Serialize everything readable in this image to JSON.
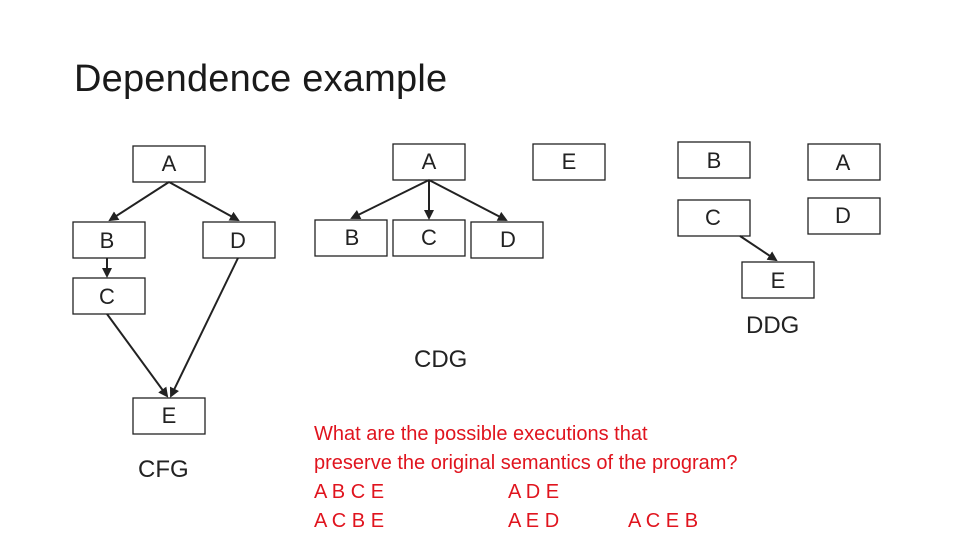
{
  "title": "Dependence example",
  "cfg": {
    "caption": "CFG",
    "nodes": {
      "A": "A",
      "B": "B",
      "D": "D",
      "C": "C",
      "E": "E"
    }
  },
  "cdg": {
    "caption": "CDG",
    "nodes": {
      "A": "A",
      "E": "E",
      "B": "B",
      "C": "C",
      "D": "D"
    }
  },
  "ddg": {
    "caption": "DDG",
    "nodes": {
      "B": "B",
      "A": "A",
      "C": "C",
      "D": "D",
      "E": "E"
    }
  },
  "question": {
    "line1": "What are the possible executions that",
    "line2": "preserve the original semantics of the program?",
    "executions": {
      "e1": "A B C E",
      "e2": "A D E",
      "e3": "A C B E",
      "e4": "A E D",
      "e5": "A C E B"
    }
  },
  "colors": {
    "question": "#e0141e",
    "stroke": "#222222"
  }
}
